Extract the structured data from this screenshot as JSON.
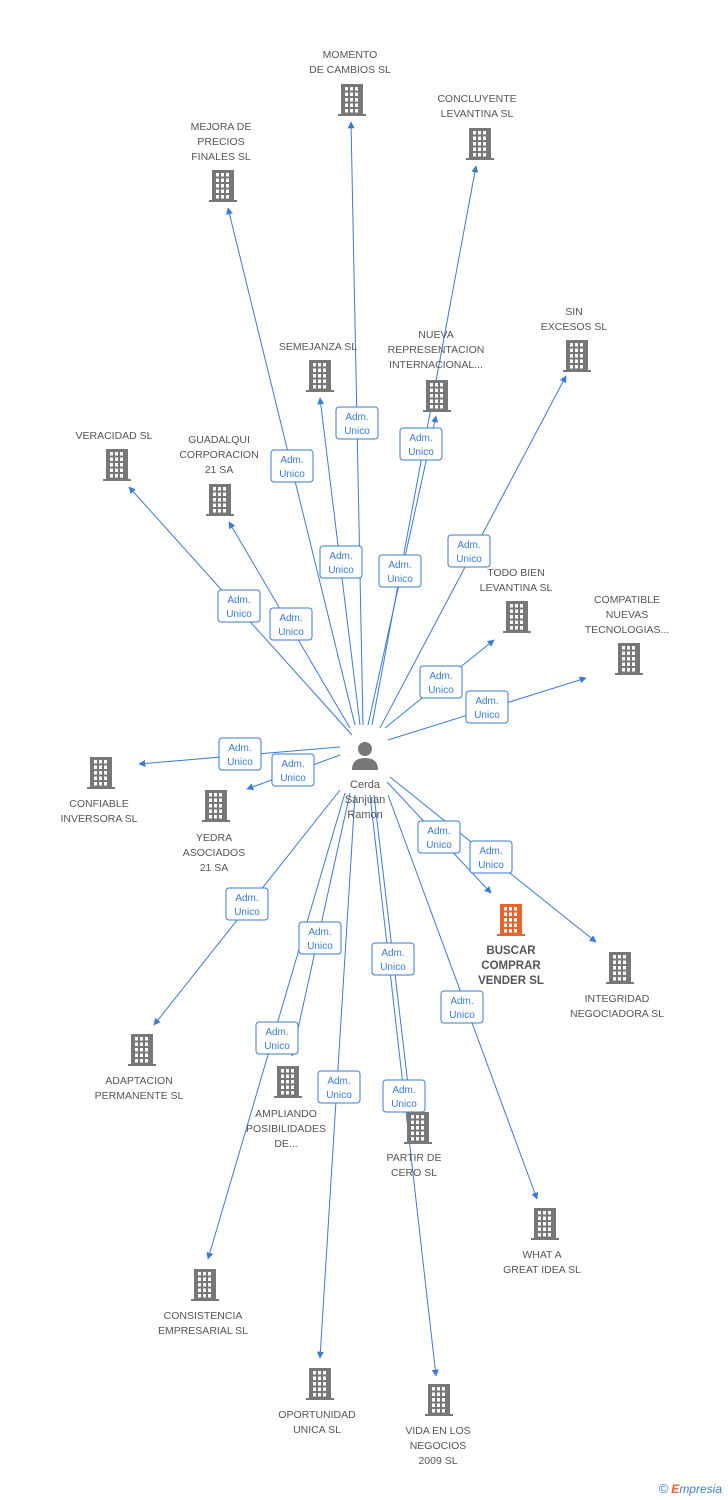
{
  "center": {
    "label_lines": [
      "Cerda",
      "Sanjuan",
      "Ramon"
    ]
  },
  "badge": {
    "line1": "Adm.",
    "line2": "Unico"
  },
  "colors": {
    "edge": "#3a7bd5",
    "building": "#777777",
    "highlight": "#e8632b"
  },
  "footer": {
    "copyright": "©",
    "brand_initial": "E",
    "brand_rest": "mpresia"
  },
  "companies": [
    {
      "id": "momento",
      "lines": [
        "MOMENTO",
        "DE CAMBIOS SL"
      ]
    },
    {
      "id": "concluyente",
      "lines": [
        "CONCLUYENTE",
        "LEVANTINA SL"
      ]
    },
    {
      "id": "mejora",
      "lines": [
        "MEJORA DE",
        "PRECIOS",
        "FINALES SL"
      ]
    },
    {
      "id": "sin-excesos",
      "lines": [
        "SIN",
        "EXCESOS SL"
      ]
    },
    {
      "id": "semejanza",
      "lines": [
        "SEMEJANZA SL"
      ]
    },
    {
      "id": "nueva",
      "lines": [
        "NUEVA",
        "REPRESENTACION",
        "INTERNACIONAL..."
      ]
    },
    {
      "id": "veracidad",
      "lines": [
        "VERACIDAD SL"
      ]
    },
    {
      "id": "guadalqui",
      "lines": [
        "GUADALQUI",
        "CORPORACION",
        "21 SA"
      ]
    },
    {
      "id": "todo-bien",
      "lines": [
        "TODO BIEN",
        "LEVANTINA SL"
      ]
    },
    {
      "id": "compatible",
      "lines": [
        "COMPATIBLE",
        "NUEVAS",
        "TECNOLOGIAS..."
      ]
    },
    {
      "id": "confiable",
      "lines": [
        "CONFIABLE",
        "INVERSORA SL"
      ]
    },
    {
      "id": "yedra",
      "lines": [
        "YEDRA",
        "ASOCIADOS",
        "21 SA"
      ]
    },
    {
      "id": "buscar",
      "lines": [
        "BUSCAR",
        "COMPRAR",
        "VENDER SL"
      ],
      "highlight": true
    },
    {
      "id": "integridad",
      "lines": [
        "INTEGRIDAD",
        "NEGOCIADORA SL"
      ]
    },
    {
      "id": "adaptacion",
      "lines": [
        "ADAPTACION",
        "PERMANENTE SL"
      ]
    },
    {
      "id": "ampliando",
      "lines": [
        "AMPLIANDO",
        "POSIBILIDADES",
        "DE..."
      ]
    },
    {
      "id": "partir",
      "lines": [
        "PARTIR DE",
        "CERO SL"
      ]
    },
    {
      "id": "what",
      "lines": [
        "WHAT A",
        "GREAT IDEA SL"
      ]
    },
    {
      "id": "consistencia",
      "lines": [
        "CONSISTENCIA",
        "EMPRESARIAL SL"
      ]
    },
    {
      "id": "oportunidad",
      "lines": [
        "OPORTUNIDAD",
        "UNICA SL"
      ]
    },
    {
      "id": "vida",
      "lines": [
        "VIDA EN LOS",
        "NEGOCIOS",
        "2009 SL"
      ]
    }
  ]
}
